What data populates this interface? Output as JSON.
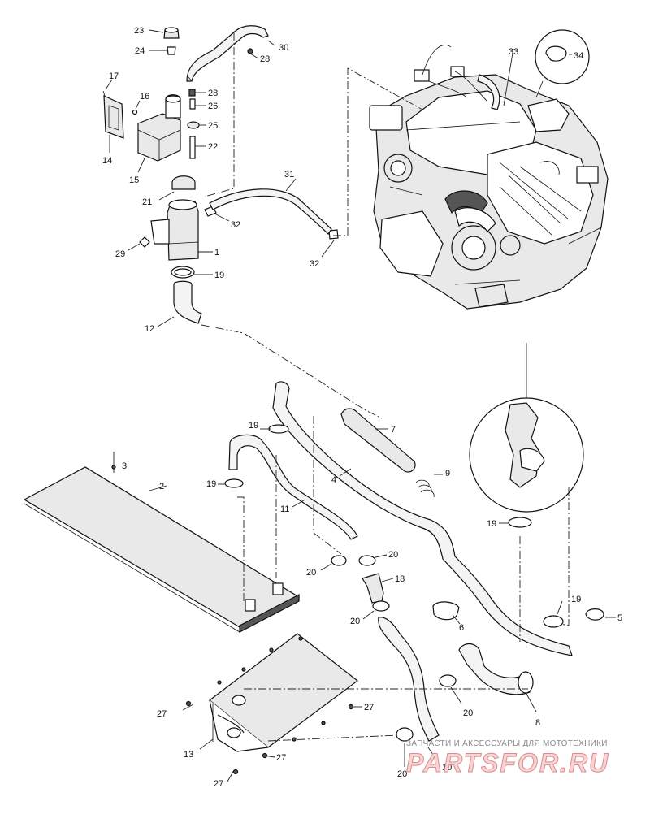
{
  "callouts": {
    "c1": "1",
    "c2": "2",
    "c3": "3",
    "c4": "4",
    "c5": "5",
    "c6": "6",
    "c7": "7",
    "c8": "8",
    "c9": "9",
    "c10": "10",
    "c11": "11",
    "c12": "12",
    "c13": "13",
    "c14": "14",
    "c15": "15",
    "c16": "16",
    "c17": "17",
    "c18": "18",
    "c19a": "19",
    "c19b": "19",
    "c19c": "19",
    "c19d": "19",
    "c19e": "19",
    "c20a": "20",
    "c20b": "20",
    "c20c": "20",
    "c20d": "20",
    "c20e": "20",
    "c21": "21",
    "c22": "22",
    "c23": "23",
    "c24": "24",
    "c25": "25",
    "c26": "26",
    "c27a": "27",
    "c27b": "27",
    "c27c": "27",
    "c27d": "27",
    "c28a": "28",
    "c28b": "28",
    "c29": "29",
    "c30": "30",
    "c31": "31",
    "c32a": "32",
    "c32b": "32",
    "c33": "33",
    "c34": "34"
  },
  "watermark": {
    "caption": "ЗАПЧАСТИ И АКСЕССУАРЫ ДЛЯ МОТОТЕХНИКИ",
    "brand": "PARTSFOR.RU"
  }
}
